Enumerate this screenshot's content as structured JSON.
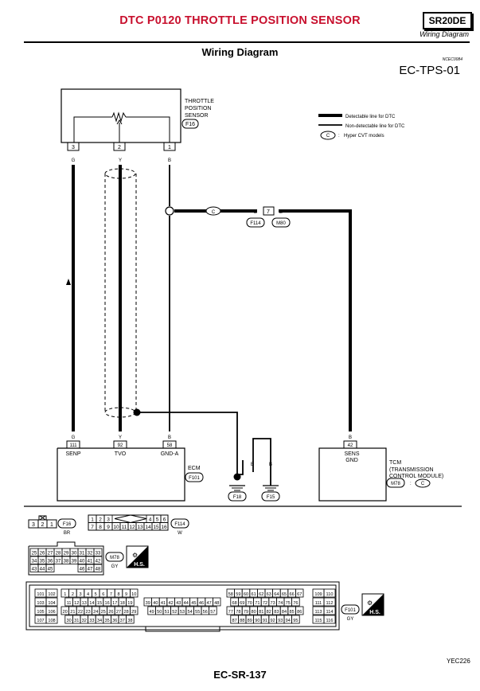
{
  "header": {
    "title": "DTC P0120 THROTTLE POSITION SENSOR",
    "model": "SR20DE",
    "subtitle": "Wiring Diagram",
    "diagram_title": "Wiring Diagram",
    "doc_code": "NCEC0084",
    "ref_code": "EC-TPS-01"
  },
  "legend": {
    "detectable": "Detectable line for DTC",
    "non_detectable": "Non-detectable line for DTC",
    "c_symbol": "C",
    "hyper_cvt": "Hyper CVT models"
  },
  "sensor": {
    "name_line1": "THROTTLE",
    "name_line2": "POSITION",
    "name_line3": "SENSOR",
    "connector": "F16",
    "pins": [
      "3",
      "2",
      "1"
    ]
  },
  "wires": {
    "g": "G",
    "y": "Y",
    "b": "B"
  },
  "junction": {
    "c_label": "C",
    "pin": "7",
    "conn_left": "F114",
    "conn_right": "M80"
  },
  "ecm": {
    "label": "ECM",
    "connector": "F101",
    "pins": [
      "111",
      "92",
      "58"
    ],
    "terms": [
      "SENP",
      "TVO",
      "GND-A"
    ]
  },
  "grounds": [
    "F18",
    "F15"
  ],
  "tcm": {
    "pin": "42",
    "term1": "SENS",
    "term2": "GND",
    "label1": "TCM",
    "label2": "(TRANSMISSION",
    "label3": "CONTROL MODULE)",
    "connector": "M78",
    "c_symbol": "C"
  },
  "connectors": {
    "f16_pins": [
      "3",
      "2",
      "1"
    ],
    "f16_id": "F16",
    "f16_color": "BR",
    "f114_top": [
      "1",
      "2",
      "3",
      "4",
      "5",
      "6"
    ],
    "f114_bottom": [
      "7",
      "8",
      "9",
      "10",
      "11",
      "12",
      "13",
      "14",
      "15",
      "16"
    ],
    "f114_id": "F114",
    "f114_color": "W",
    "m78_rows": [
      [
        "25",
        "26",
        "27",
        "28",
        "29",
        "30",
        "31",
        "32",
        "33"
      ],
      [
        "34",
        "35",
        "36",
        "37",
        "38",
        "39",
        "40",
        "41",
        "42"
      ],
      [
        "43",
        "44",
        "45",
        "46",
        "47",
        "48"
      ]
    ],
    "m78_id": "M78",
    "m78_color": "GY",
    "hs": "H.S.",
    "f101_id": "F101",
    "f101_color": "GY",
    "f101_side_left": [
      [
        "101",
        "102"
      ],
      [
        "103",
        "104"
      ],
      [
        "105",
        "106"
      ],
      [
        "107",
        "108"
      ]
    ],
    "f101_side_right": [
      [
        "109",
        "110"
      ],
      [
        "111",
        "112"
      ],
      [
        "113",
        "114"
      ],
      [
        "115",
        "116"
      ]
    ],
    "f101_blocks": [
      [
        [
          "1",
          "2",
          "3",
          "4",
          "5",
          "6",
          "7",
          "8",
          "9",
          "10"
        ],
        [
          "11",
          "12",
          "13",
          "14",
          "15",
          "16",
          "17",
          "18",
          "19"
        ],
        [
          "20",
          "21",
          "22",
          "23",
          "24",
          "25",
          "26",
          "27",
          "28",
          "29"
        ],
        [
          "30",
          "31",
          "32",
          "33",
          "34",
          "35",
          "36",
          "37",
          "38"
        ]
      ],
      [
        [],
        [
          "39",
          "40",
          "41",
          "42",
          "43",
          "44",
          "45",
          "46",
          "47",
          "48"
        ],
        [
          "49",
          "50",
          "51",
          "52",
          "53",
          "54",
          "55",
          "56",
          "57"
        ],
        []
      ],
      [
        [
          "58",
          "59",
          "60",
          "61",
          "62",
          "63",
          "64",
          "65",
          "66",
          "67"
        ],
        [
          "68",
          "69",
          "70",
          "71",
          "72",
          "73",
          "74",
          "75",
          "76"
        ],
        [
          "77",
          "78",
          "79",
          "80",
          "81",
          "82",
          "83",
          "84",
          "85",
          "86"
        ],
        [
          "87",
          "88",
          "89",
          "90",
          "91",
          "92",
          "93",
          "94",
          "95"
        ]
      ]
    ]
  },
  "footer": {
    "figure_code": "YEC226",
    "page": "EC-SR-137"
  }
}
